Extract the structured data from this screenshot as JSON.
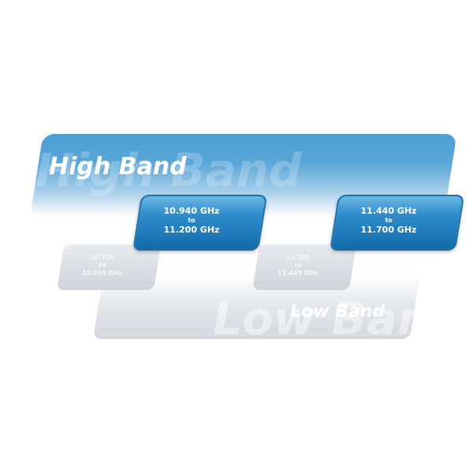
{
  "high_band": {
    "label": "High Band",
    "ranges": [
      {
        "from": "10.940 GHz",
        "to_word": "to",
        "to": "11.200 GHz"
      },
      {
        "from": "11.440 GHz",
        "to_word": "to",
        "to": "11.700 GHz"
      }
    ]
  },
  "low_band": {
    "label": "Low Band",
    "ranges": [
      {
        "from": "10.700",
        "to_word": "to",
        "to": "10.955 GHz"
      },
      {
        "from": "11.200",
        "to_word": "to",
        "to": "11.445 GHz"
      }
    ]
  },
  "colors": {
    "high": "#2f8ccb",
    "low": "#d3d8df"
  }
}
